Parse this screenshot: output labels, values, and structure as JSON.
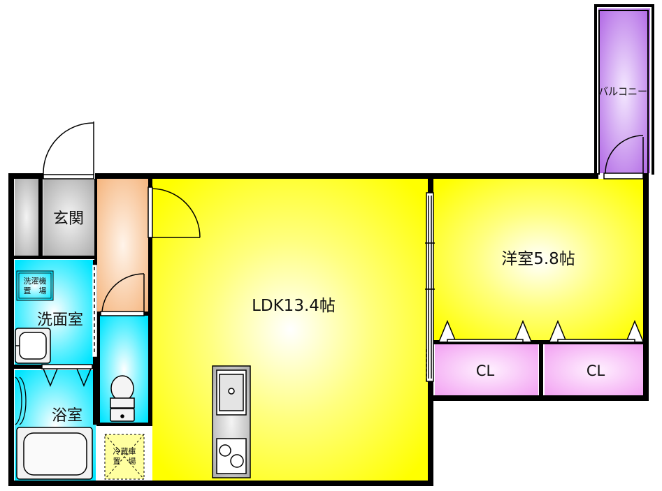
{
  "rooms": {
    "ldk": "LDK13.4帖",
    "western": "洋室5.8帖",
    "entrance": "玄関",
    "washroom": "洗面室",
    "bathroom": "浴室",
    "balcony": "バルコニー",
    "closet_1": "CL",
    "closet_2": "CL"
  },
  "fixtures": {
    "washer_space_line1": "洗濯機",
    "washer_space_line2": "置　場",
    "fridge_space_line1": "冷蔵庫",
    "fridge_space_line2": "置　場"
  },
  "colors": {
    "ldk": "#ffff00",
    "western": "#ffff00",
    "entrance": "#b8b8b8",
    "hall": "#f5b47c",
    "wet_areas": "#00e5ff",
    "balcony": "#b46ee6",
    "closet": "#f3a6f3",
    "wall": "#000000"
  }
}
